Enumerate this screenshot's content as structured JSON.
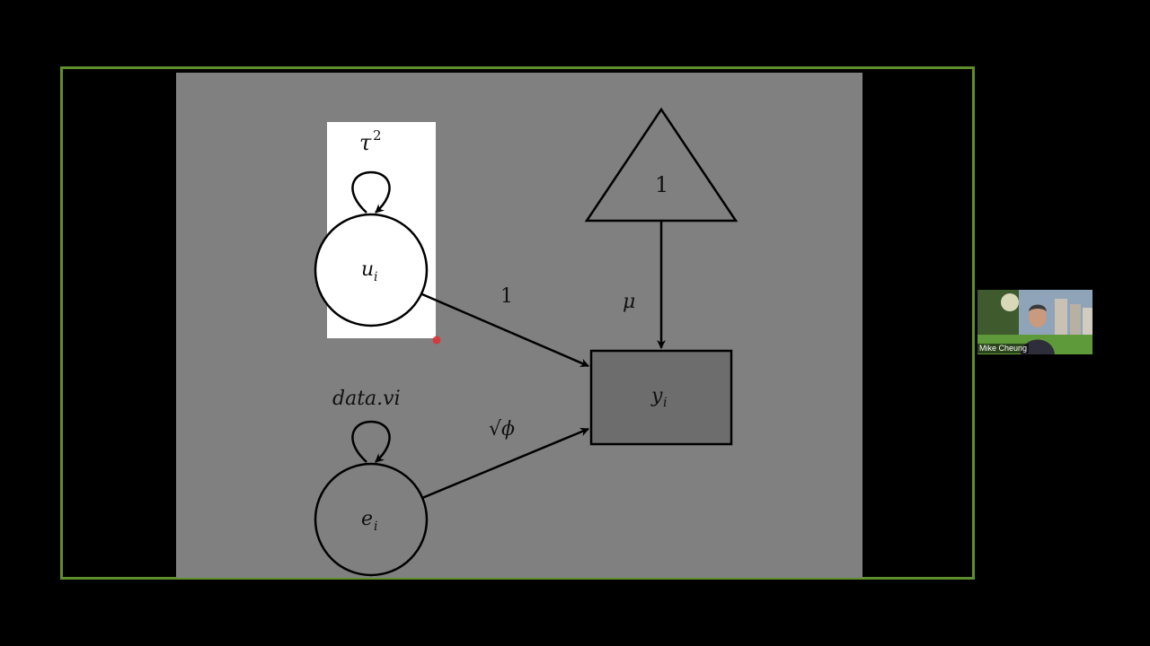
{
  "diagram": {
    "tau_label": "τ",
    "tau_exp": "2",
    "u_label": "u",
    "u_sub": "i",
    "data_vi_label": "data.vi",
    "e_label": "e",
    "e_sub": "i",
    "y_label": "y",
    "y_sub": "i",
    "triangle_label": "1",
    "u_path_label": "1",
    "mu_label": "μ",
    "sqrt_phi_label": "√ϕ"
  },
  "participant": {
    "name": "Mike Cheung"
  },
  "colors": {
    "frame_border": "#5f8f2d",
    "slide_bg": "#808080",
    "highlight": "#ffffff",
    "laser_pointer": "#e03030"
  }
}
